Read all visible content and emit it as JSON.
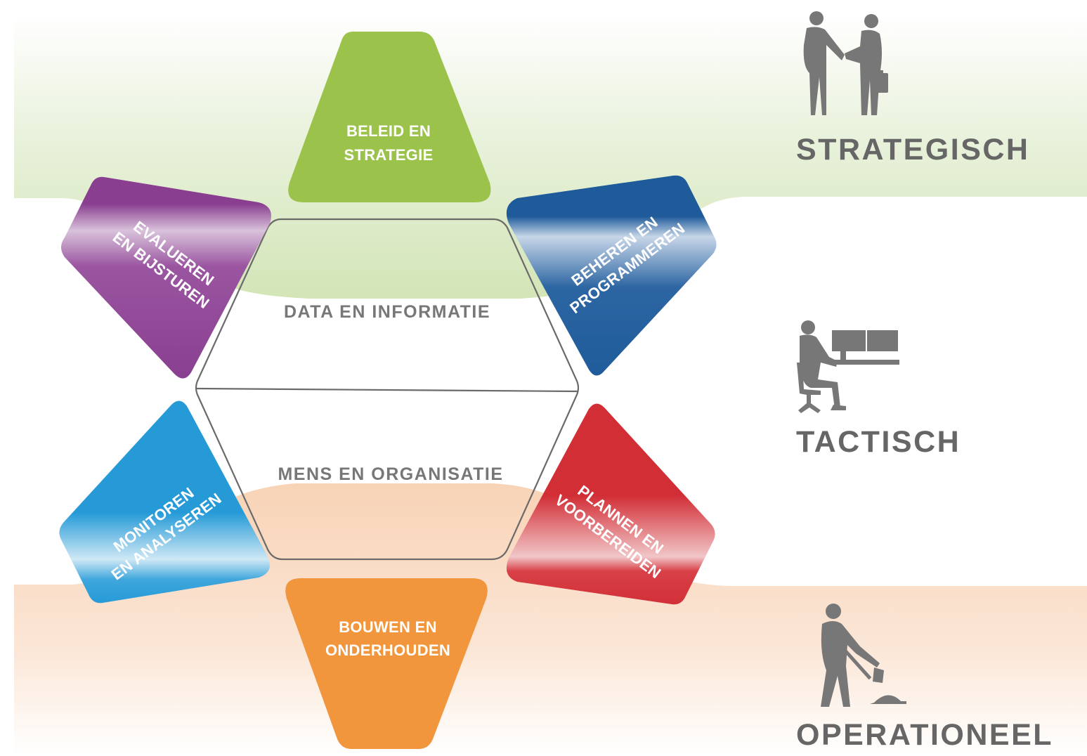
{
  "levels": {
    "strategic": "STRATEGISCH",
    "tactical": "TACTISCH",
    "operational": "OPERATIONEEL"
  },
  "center": {
    "top": "DATA EN INFORMATIE",
    "bottom": "MENS EN ORGANISATIE"
  },
  "segments": {
    "top": {
      "line1": "BELEID EN",
      "line2": "STRATEGIE",
      "color": "#9bc24b"
    },
    "upper_right": {
      "line1": "BEHEREN EN",
      "line2": "PROGRAMMEREN",
      "color": "#1f5b9a"
    },
    "lower_right": {
      "line1": "PLANNEN EN",
      "line2": "VOORBEREIDEN",
      "color": "#d22e36"
    },
    "bottom": {
      "line1": "BOUWEN EN",
      "line2": "ONDERHOUDEN",
      "color": "#f2963e"
    },
    "lower_left": {
      "line1": "MONITOREN",
      "line2": "EN ANALYSEREN",
      "color": "#259ad7"
    },
    "upper_left": {
      "line1": "EVALUEREN",
      "line2": "EN BIJSTUREN",
      "color": "#893e90"
    }
  },
  "colors": {
    "strategic_band": "#d3e5b7",
    "operational_band": "#f8d3b6",
    "figure": "#777777",
    "hexagon_outline": "#6a6a6a"
  },
  "icons": {
    "strategic": "handshake-icon",
    "tactical": "desk-worker-icon",
    "operational": "digging-worker-icon"
  }
}
